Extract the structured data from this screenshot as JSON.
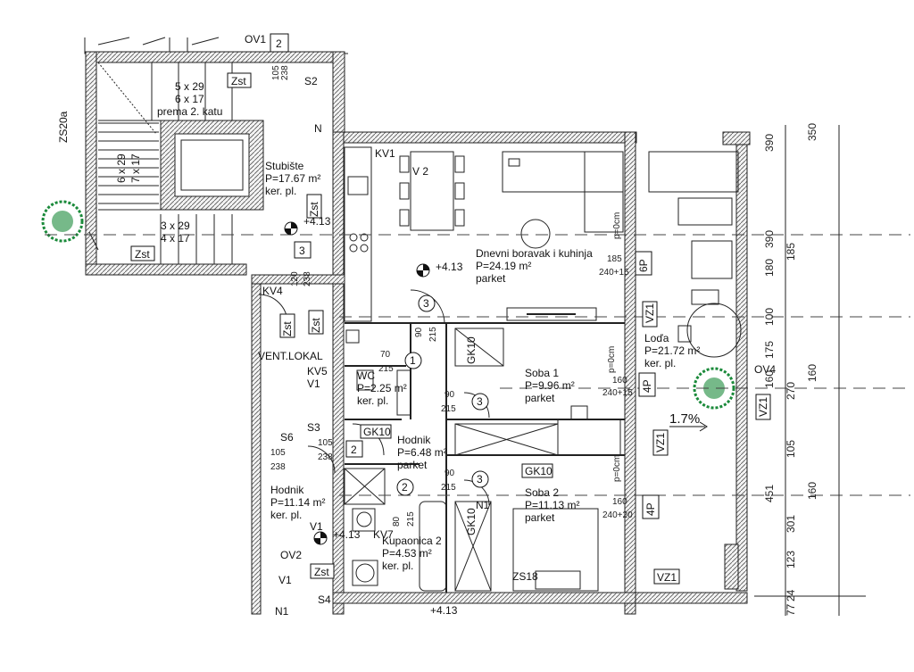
{
  "rooms": [
    {
      "name": "Stubište",
      "area": "P=17.67 m²",
      "floor": "ker. pl."
    },
    {
      "name": "Dnevni boravak i kuhinja",
      "area": "P=24.19 m²",
      "floor": "parket"
    },
    {
      "name": "Soba 1",
      "area": "P=9.96 m²",
      "floor": "parket"
    },
    {
      "name": "Loďa",
      "area": "P=21.72 m²",
      "floor": "ker. pl."
    },
    {
      "name": "WC",
      "area": "P=2.25 m²",
      "floor": "ker. pl."
    },
    {
      "name": "Hodnik",
      "area": "P=6.48 m²",
      "floor": "parket"
    },
    {
      "name": "Soba 2",
      "area": "P=11.13 m²",
      "floor": "parket"
    },
    {
      "name": "Kupaonica 2",
      "area": "P=4.53 m²",
      "floor": "ker. pl."
    },
    {
      "name": "Hodnik",
      "area": "P=11.14 m²",
      "floor": "ker. pl."
    }
  ],
  "stair_notes": [
    "5 x 29",
    "6 x 17",
    "prema 2. katu",
    "3 x 29",
    "4 x 17",
    "6 x 29",
    "7 x 17"
  ],
  "level_marks": [
    "+4.13",
    "+4.13",
    "+4.13",
    "+4.13"
  ],
  "tags": {
    "zst": "Zst",
    "s2": "S2",
    "s3": "S3",
    "s4": "S4",
    "s6": "S6",
    "n": "N",
    "n1": "N1",
    "v1": "V1",
    "v2": "V 2",
    "kv1": "KV1",
    "kv4": "KV4",
    "kv5": "KV5",
    "kv7": "KV7",
    "ov1": "OV1",
    "ov2": "OV2",
    "ov4": "OV4",
    "vent": "VENT.LOKAL",
    "gk10": "GK10",
    "vz1": "VZ1",
    "p6": "6P",
    "p4": "4P",
    "zs18": "ZS18",
    "zs20": "ZS20a",
    "slope": "1.7%",
    "p0": "p=0cm"
  },
  "door_numbers": [
    "1",
    "2",
    "3"
  ],
  "door_dims": {
    "d_120": "120",
    "d_238": "238",
    "d_105": "105",
    "d_70": "70",
    "d_215": "215",
    "d_90": "90",
    "d_185": "185",
    "d_240_15": "240+15",
    "d_160": "160",
    "d_240_20": "240+20",
    "d_80": "80"
  },
  "side_dims_a": [
    "390",
    "390",
    "180",
    "100",
    "175",
    "160",
    "105",
    "451",
    "301",
    "123",
    "24",
    "77"
  ],
  "side_dims_b": [
    "350",
    "185",
    "270",
    "160",
    "160"
  ]
}
